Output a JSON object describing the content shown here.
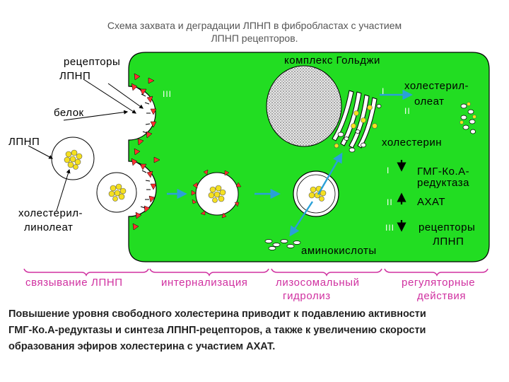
{
  "title": {
    "line1": "Схема захвата и деградации ЛПНП в фибробластах с участием",
    "line2": "ЛПНП рецепторов."
  },
  "labels": {
    "receptors_line1": "рецепторы",
    "receptors_line2": "ЛПНП",
    "protein": "белок",
    "ldl": "ЛПНП",
    "chol_linoleate_line1": "холестерил-",
    "chol_linoleate_line2": "линолеат",
    "golgi": "комплекс Гольджи",
    "chol_oleate_line1": "холестерил-",
    "chol_oleate_line2": "олеат",
    "cholesterol": "холестерин",
    "hmg_line1": "ГМГ-Ко.А-",
    "hmg_line2": "редуктаза",
    "acat": "АХАТ",
    "receptors2_line1": "рецепторы",
    "receptors2_line2": "ЛПНП",
    "amino_acids": "аминокислоты"
  },
  "roman": {
    "r3_membrane": "III",
    "r1_golgi": "I",
    "r2_golgi": "II",
    "r1_reg": "I",
    "r2_reg": "II",
    "r3_reg": "III"
  },
  "stages": {
    "binding": "связывание ЛПНП",
    "internalization": "интернализация",
    "lysosomal_line1": "лизосомальный",
    "lysosomal_line2": "гидролиз",
    "regulatory_line1": "регуляторные",
    "regulatory_line2": "действия"
  },
  "summary": {
    "line1": "Повышение уровня свободного холестерина приводит к подавлению активности",
    "line2": "ГМГ-Ко.А-редуктазы и синтеза ЛПНП-рецепторов, а также к увеличению скорости",
    "line3": "образования эфиров холестерина с участием АХАТ."
  },
  "colors": {
    "cell": "#22dd22",
    "receptor": "#ff3030",
    "arrow": "#2aa0d8",
    "stage_text": "#d030a0",
    "core": "#f5e020"
  }
}
